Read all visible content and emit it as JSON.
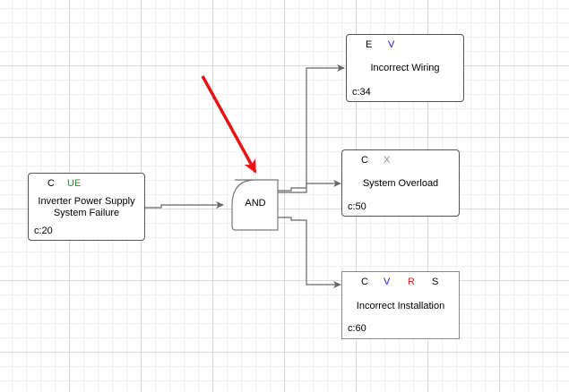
{
  "gate": {
    "label": "AND"
  },
  "nodes": {
    "root": {
      "flags": [
        {
          "text": "C",
          "color": "#000000"
        },
        {
          "text": "UE",
          "color": "#2e8b2e"
        }
      ],
      "title_lines": [
        "Inverter Power Supply",
        "System Failure"
      ],
      "cost": "c:20"
    },
    "wiring": {
      "flags": [
        {
          "text": "E",
          "color": "#000000"
        },
        {
          "text": "V",
          "color": "#1a1ae6"
        }
      ],
      "title": "Incorrect Wiring",
      "cost": "c:34"
    },
    "overload": {
      "flags": [
        {
          "text": "C",
          "color": "#000000"
        },
        {
          "text": "X",
          "color": "#8c8c8c"
        }
      ],
      "title": "System Overload",
      "cost": "c:50"
    },
    "installation": {
      "flags": [
        {
          "text": "C",
          "color": "#000000"
        },
        {
          "text": "V",
          "color": "#1a1ae6"
        },
        {
          "text": "R",
          "color": "#e01b1b"
        },
        {
          "text": "S",
          "color": "#000000"
        }
      ],
      "title": "Incorrect Installation",
      "cost": "c:60"
    }
  },
  "colors": {
    "edge": "#666666",
    "highlight_arrow": "#e81414"
  }
}
